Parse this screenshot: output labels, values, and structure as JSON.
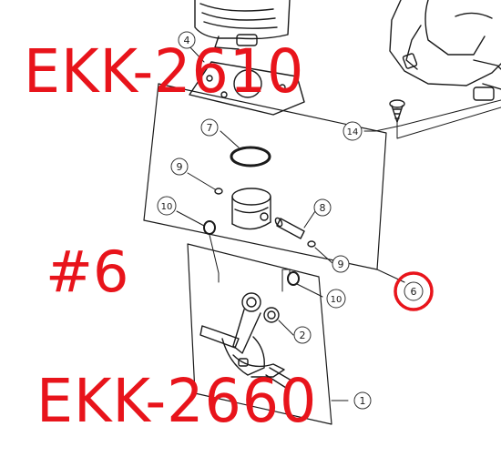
{
  "overlay": {
    "model_top": "EKK-2610",
    "model_bottom": "EKK-2660",
    "part_tag": "#6",
    "text_color": "#e8141b",
    "highlight_color": "#e8141b"
  },
  "callouts": {
    "c1": "1",
    "c2": "2",
    "c4": "4",
    "c6": "6",
    "c7": "7",
    "c8": "8",
    "c9a": "9",
    "c9b": "9",
    "c10a": "10",
    "c10b": "10",
    "c14": "14"
  }
}
